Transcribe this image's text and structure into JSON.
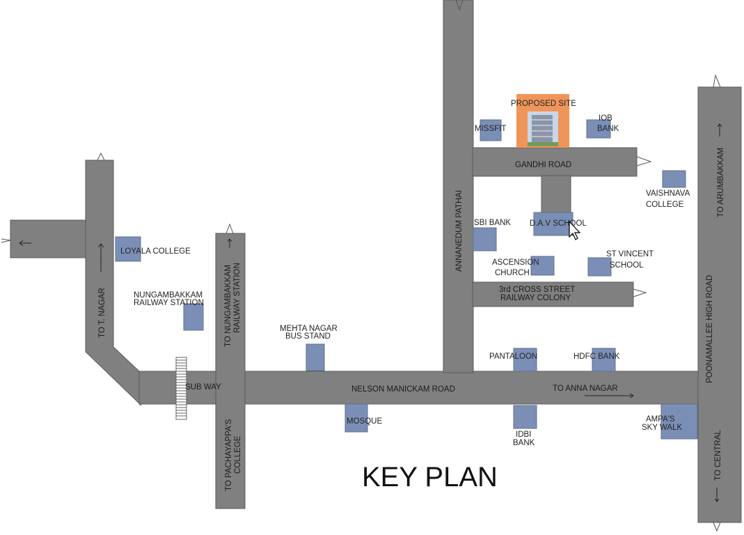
{
  "title": "KEY PLAN",
  "colors": {
    "road": "#808080",
    "landmark": "#7b8fb6",
    "proposed_site": "#f0955a"
  },
  "roads": {
    "nelson_manickam": "NELSON MANICKAM ROAD",
    "gandhi": "GANDHI ROAD",
    "annanedum": "ANNANEDUM PATHAI",
    "third_cross_1": "3rd CROSS STREET",
    "third_cross_2": "RAILWAY COLONY",
    "poonamallee": "POONAMALLEE HIGH ROAD",
    "to_t_nagar": "TO T. NAGAR",
    "to_nungambakkam_1": "TO NUNGAMBAKKAM",
    "to_nungambakkam_2": "RAILWAY STATION",
    "to_pachayappa_1": "TO PACHAYAPPA'S",
    "to_pachayappa_2": "COLLEGE",
    "to_anna_nagar": "TO ANNA NAGAR",
    "to_arumbakkam": "TO ARUMBAKKAM",
    "to_central": "TO CENTRAL",
    "subway": "SUB WAY"
  },
  "landmarks": {
    "proposed_site": "PROPOSED SITE",
    "missfit": "MISSFIT",
    "iob_1": "IOB",
    "iob_2": "BANK",
    "vaishnava_1": "VAISHNAVA",
    "vaishnava_2": "COLLEGE",
    "sbi": "SBI BANK",
    "dav": "D.A.V SCHOOL",
    "ascension_1": "ASCENSION",
    "ascension_2": "CHURCH",
    "st_vincent_1": "ST VINCENT",
    "st_vincent_2": "SCHOOL",
    "loyala": "LOYALA COLLEGE",
    "nungambakkam_1": "NUNGAMBAKKAM",
    "nungambakkam_2": "RAILWAY STATION",
    "mehta_1": "MEHTA NAGAR",
    "mehta_2": "BUS STAND",
    "pantaloon": "PANTALOON",
    "hdfc": "HDFC BANK",
    "mosque": "MOSQUE",
    "idbi_1": "IDBI",
    "idbi_2": "BANK",
    "ampa_1": "AMPA'S",
    "ampa_2": "SKY WALK"
  }
}
